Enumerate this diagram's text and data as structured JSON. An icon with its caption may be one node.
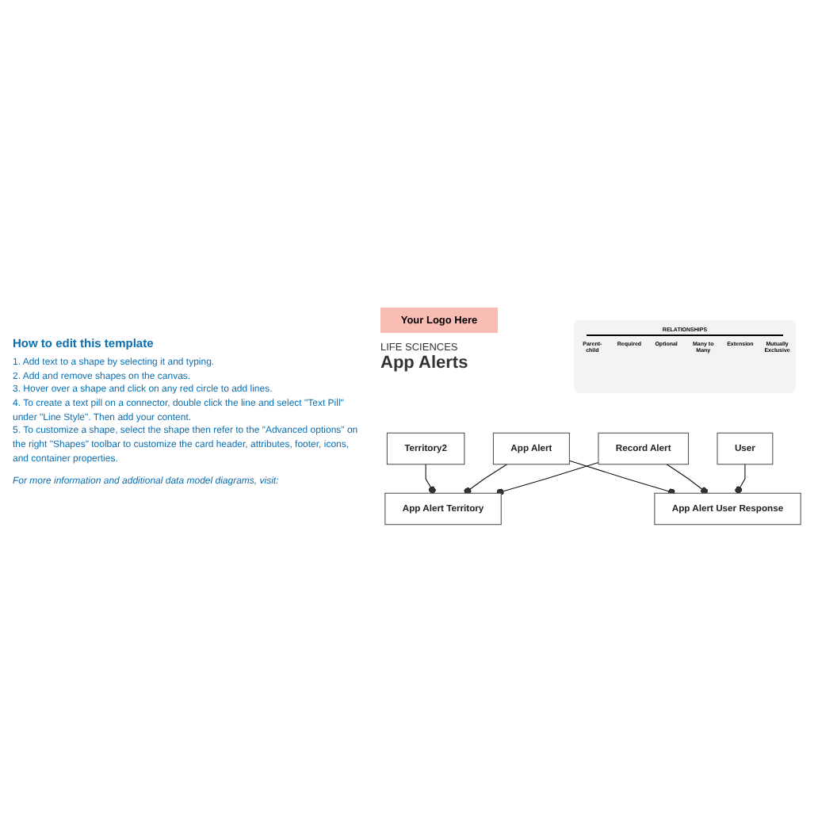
{
  "diagram": {
    "title": "App Alerts",
    "nodes": [
      {
        "text": [
          "Territory2"
        ]
      },
      {
        "text": [
          "App Alert"
        ]
      },
      {
        "text": [
          "User"
        ]
      },
      {
        "text": [
          "App Alert Territory"
        ]
      },
      {
        "text": [
          "Record Alert"
        ]
      },
      {
        "text": [
          "App Alert User Response"
        ]
      }
    ],
    "edges": [
      {
        "from": 0,
        "to": 3,
        "arrow": "other"
      },
      {
        "from": 1,
        "to": 3,
        "arrow": "other"
      },
      {
        "from": 4,
        "to": 3,
        "arrow": "other"
      },
      {
        "from": 1,
        "to": 5,
        "arrow": "other"
      },
      {
        "from": 4,
        "to": 5,
        "arrow": "other"
      },
      {
        "from": 2,
        "to": 5,
        "arrow": "other"
      }
    ],
    "labels": [
      "How to edit this template",
      "1. Add text to a shape by selecting it and typing.",
      "2. Add and remove shapes on the canvas.",
      "3. Hover over a shape and click on any red circle to add lines.",
      "4. To create a text pill on a connector, double click the line and select \"Text Pill\" under \"Line Style\". Then add your content.",
      "5. To customize a shape, select the shape then refer to the \"Advanced options\" on the right \"Shapes\" toolbar to customize the card header, attributes, footer, icons, and container properties.",
      "For more information and additional data model diagrams, visit:",
      "Your Logo Here",
      "LIFE SCIENCES",
      "RELATIONSHIPS",
      "Parent-child",
      "Required",
      "Optional",
      "Many to Many",
      "Extension",
      "Mutually Exclusive"
    ]
  }
}
